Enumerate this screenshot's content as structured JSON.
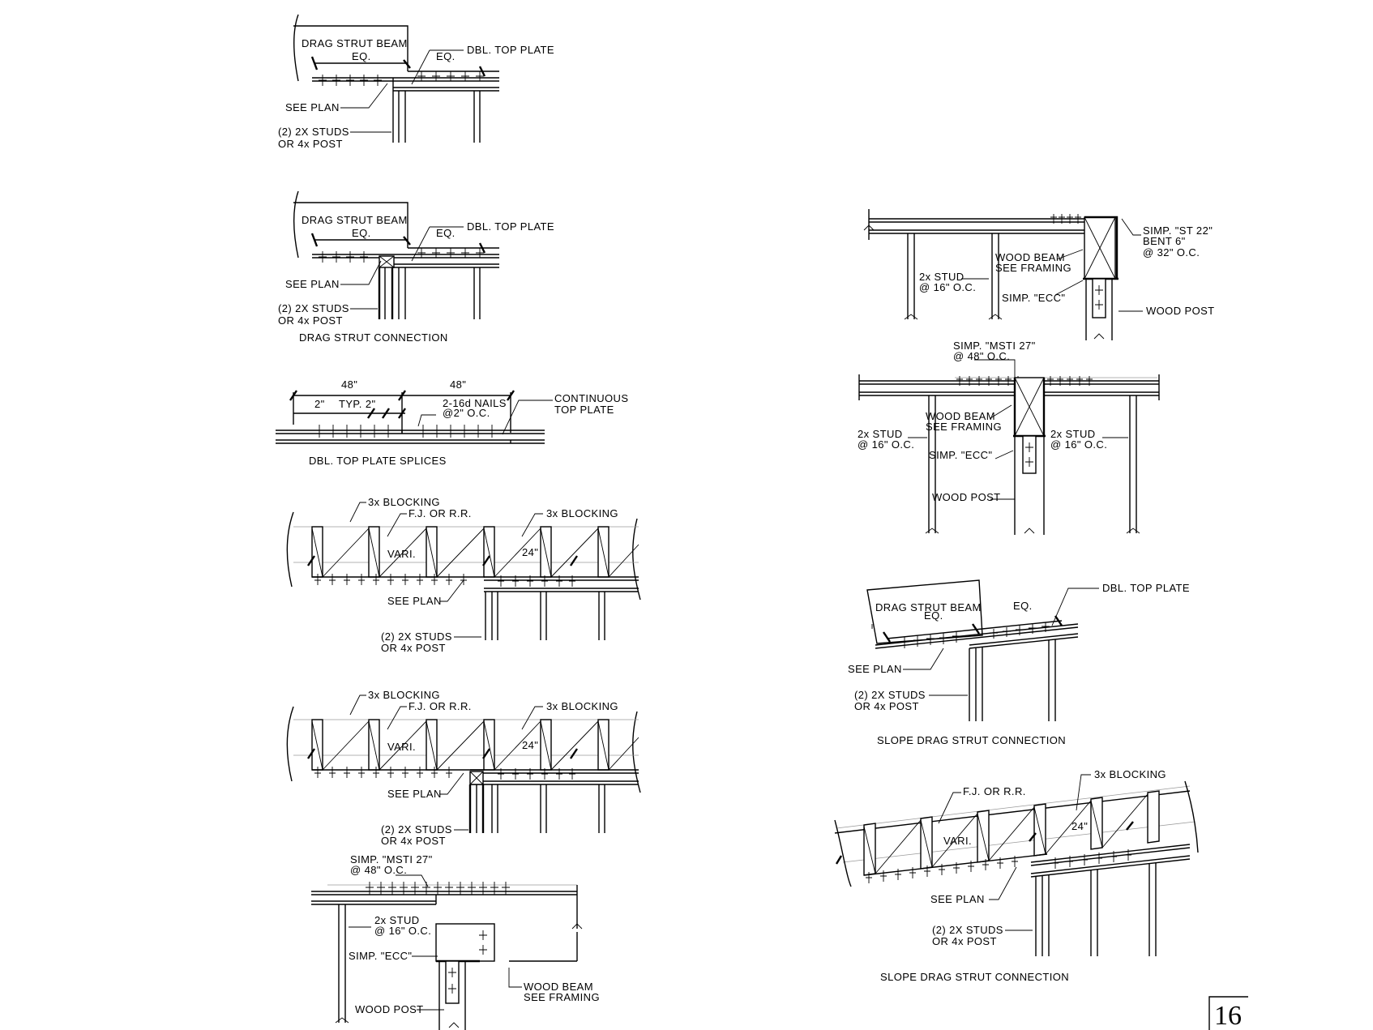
{
  "sheet": {
    "page_number": "16"
  },
  "details": {
    "d1": {
      "beam": "DRAG STRUT BEAM",
      "eq1": "EQ.",
      "eq2": "EQ.",
      "top_plate": "DBL. TOP PLATE",
      "see_plan": "SEE PLAN",
      "studs_1": "(2) 2X STUDS",
      "studs_2": "OR 4x POST"
    },
    "d2": {
      "beam": "DRAG STRUT BEAM",
      "eq1": "EQ.",
      "eq2": "EQ.",
      "top_plate": "DBL. TOP PLATE",
      "see_plan": "SEE PLAN",
      "studs_1": "(2) 2X STUDS",
      "studs_2": "OR 4x POST",
      "title": "DRAG STRUT CONNECTION"
    },
    "d3": {
      "dim_a": "48\"",
      "dim_b": "48\"",
      "spacing_a": "2\"",
      "spacing_b": "TYP. 2\"",
      "nails_1": "2-16d NAILS",
      "nails_2": "@2\" O.C.",
      "plate_1": "CONTINUOUS",
      "plate_2": "TOP PLATE",
      "title": "DBL. TOP PLATE SPLICES"
    },
    "d4": {
      "blocking_a": "3x BLOCKING",
      "joist": "F.J. OR R.R.",
      "blocking_b": "3x BLOCKING",
      "vari": "VARI.",
      "spacing": "24\"",
      "see_plan": "SEE PLAN",
      "studs_1": "(2) 2X STUDS",
      "studs_2": "OR 4x POST"
    },
    "d5": {
      "blocking_a": "3x BLOCKING",
      "joist": "F.J. OR R.R.",
      "blocking_b": "3x BLOCKING",
      "vari": "VARI.",
      "spacing": "24\"",
      "see_plan": "SEE PLAN",
      "studs_1": "(2) 2X STUDS",
      "studs_2": "OR 4x POST"
    },
    "d6": {
      "strap_1": "SIMP. \"MSTI 27\"",
      "strap_2": "@ 48\" O.C.",
      "stud_1": "2x STUD",
      "stud_2": "@ 16\" O.C.",
      "cap": "SIMP. \"ECC\"",
      "post": "WOOD POST",
      "beam_1": "WOOD BEAM",
      "beam_2": "SEE FRAMING"
    },
    "d7": {
      "strap_1": "SIMP. \"ST 22\"",
      "strap_2": "BENT 6\"",
      "strap_3": "@ 32\" O.C.",
      "beam_1": "WOOD BEAM",
      "beam_2": "SEE FRAMING",
      "stud_1": "2x STUD",
      "stud_2": "@ 16\" O.C.",
      "cap": "SIMP. \"ECC\"",
      "post": "WOOD POST"
    },
    "d8": {
      "strap_1": "SIMP. \"MSTI 27\"",
      "strap_2": "@ 48\" O.C.",
      "beam_1": "WOOD BEAM",
      "beam_2": "SEE FRAMING",
      "stud_l1": "2x STUD",
      "stud_l2": "@ 16\" O.C.",
      "stud_r1": "2x STUD",
      "stud_r2": "@ 16\" O.C.",
      "cap": "SIMP. \"ECC\"",
      "post": "WOOD POST"
    },
    "d9": {
      "beam": "DRAG STRUT BEAM",
      "eq1": "EQ.",
      "eq2": "EQ.",
      "top_plate": "DBL. TOP PLATE",
      "see_plan": "SEE PLAN",
      "studs_1": "(2) 2X STUDS",
      "studs_2": "OR 4x POST",
      "title": "SLOPE DRAG STRUT CONNECTION"
    },
    "d10": {
      "joist": "F.J. OR R.R.",
      "blocking": "3x BLOCKING",
      "vari": "VARI.",
      "spacing": "24\"",
      "see_plan": "SEE PLAN",
      "studs_1": "(2) 2X STUDS",
      "studs_2": "OR 4x POST",
      "title": "SLOPE DRAG STRUT CONNECTION"
    }
  }
}
